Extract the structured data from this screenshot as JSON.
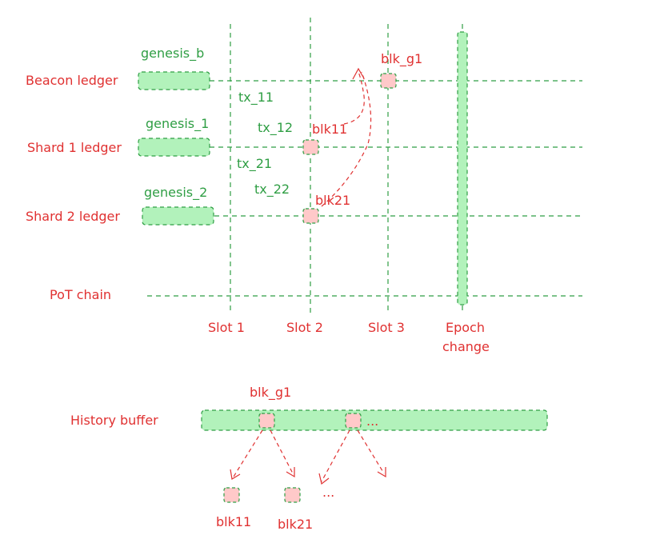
{
  "rows": {
    "beacon": "Beacon ledger",
    "shard1": "Shard 1 ledger",
    "shard2": "Shard 2 ledger",
    "pot": "PoT chain"
  },
  "genesis": {
    "beacon": "genesis_b",
    "shard1": "genesis_1",
    "shard2": "genesis_2"
  },
  "txs": {
    "tx11": "tx_11",
    "tx12": "tx_12",
    "tx21": "tx_21",
    "tx22": "tx_22"
  },
  "blocks": {
    "blk_g1": "blk_g1",
    "blk11": "blk11",
    "blk21": "blk21"
  },
  "slots": {
    "slot1": "Slot 1",
    "slot2": "Slot 2",
    "slot3": "Slot 3",
    "epoch_line1": "Epoch",
    "epoch_line2": "change"
  },
  "history": {
    "label": "History buffer",
    "top_block": "blk_g1",
    "ellipsis_inline": "...",
    "child1": "blk11",
    "child2": "blk21",
    "ellipsis_below": "..."
  },
  "colors": {
    "red": "#e03131",
    "green": "#2f9e44",
    "green_fill": "#b2f2bb",
    "red_fill": "#ffc9c9"
  }
}
